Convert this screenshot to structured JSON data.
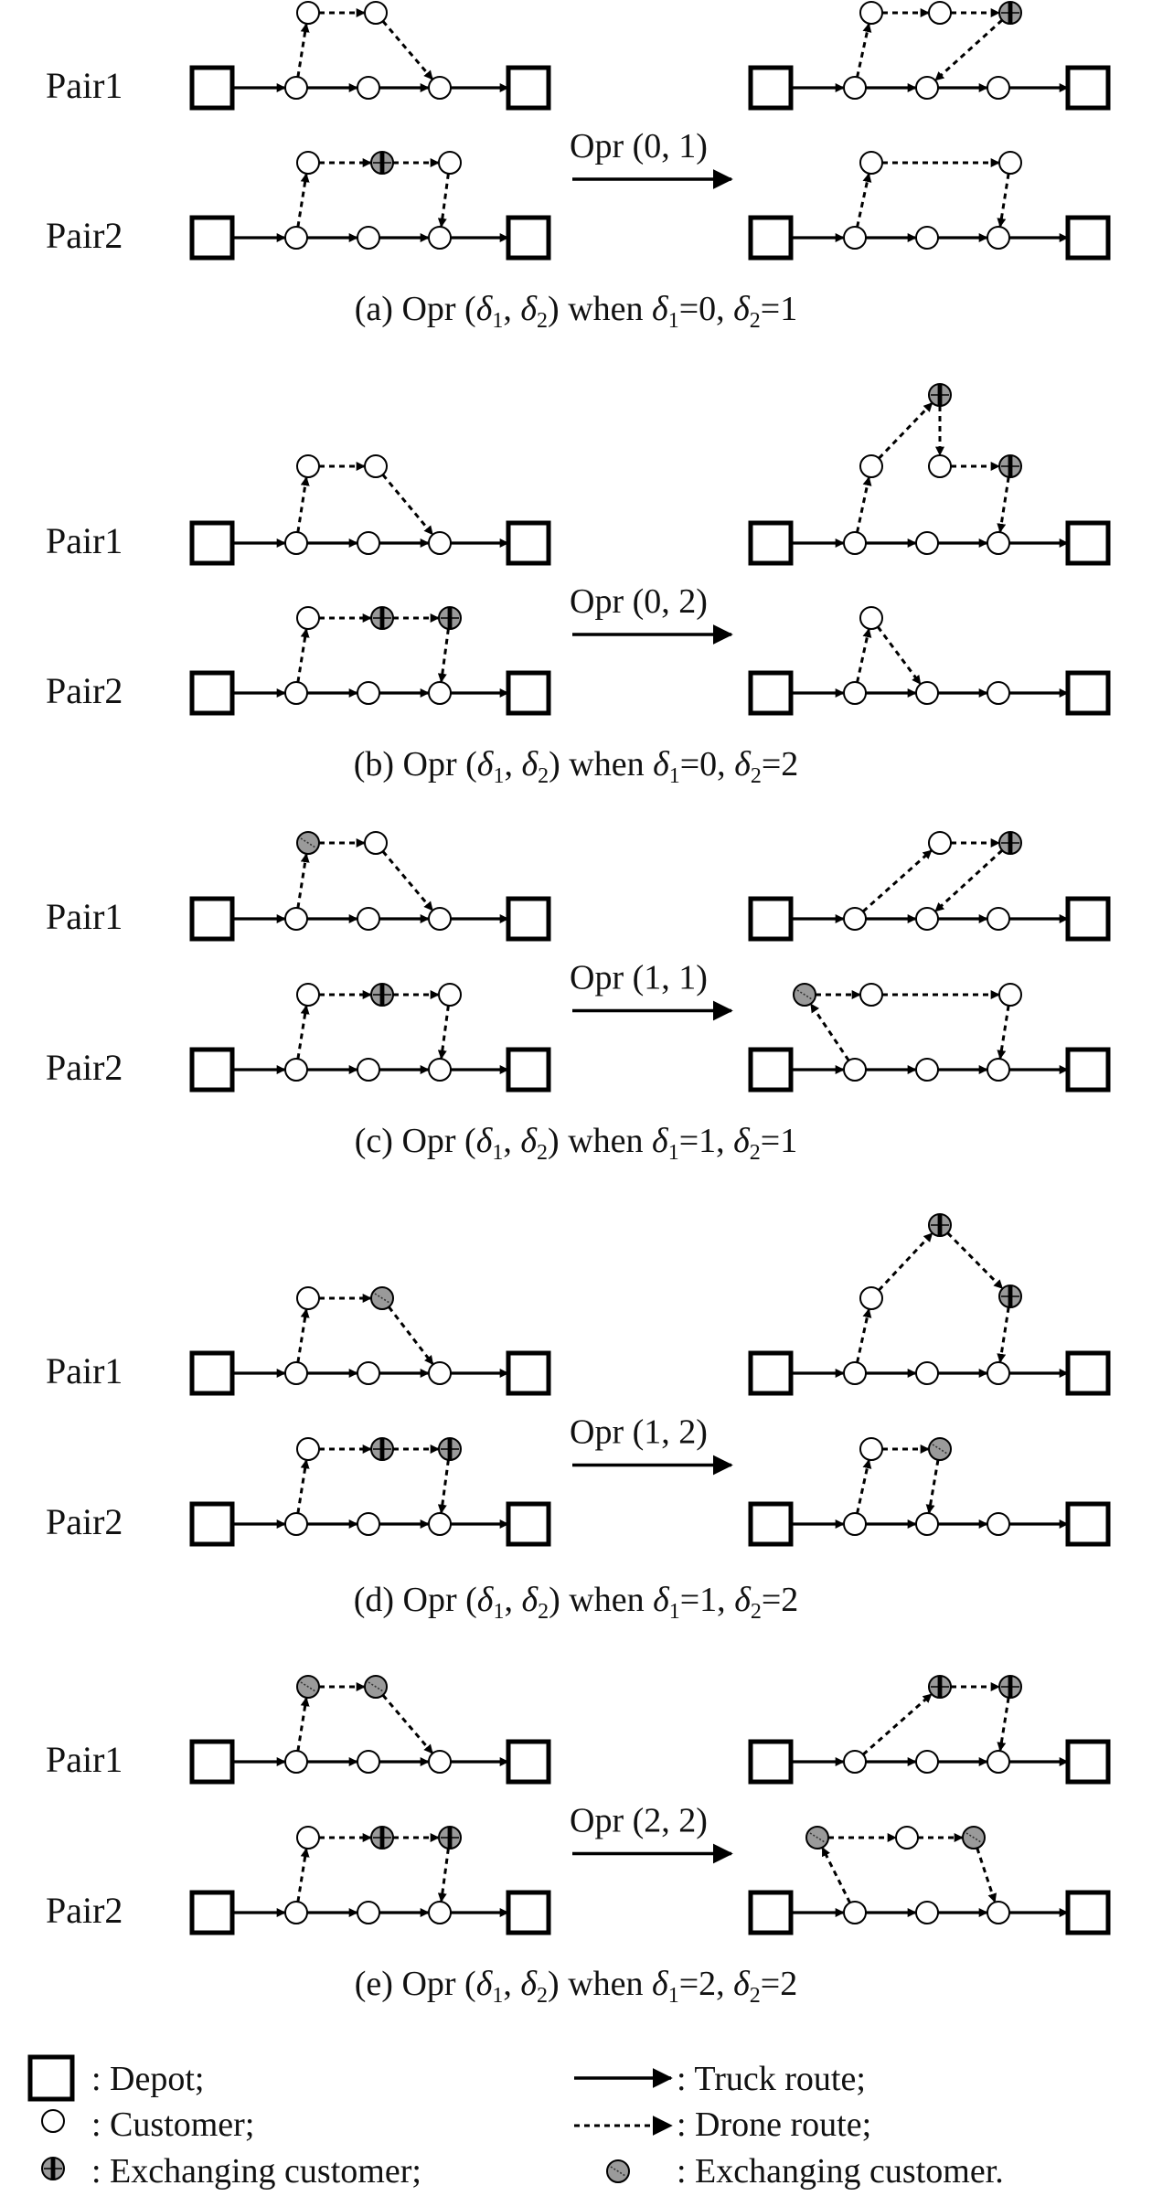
{
  "pair_labels": {
    "pair1": "Pair1",
    "pair2": "Pair2"
  },
  "panels": [
    {
      "id": "a",
      "operator": "Opr (0, 1)",
      "caption": {
        "prefix": "(a) Opr (",
        "mid": ") when ",
        "d1": "0",
        "d2": "1"
      }
    },
    {
      "id": "b",
      "operator": "Opr (0, 2)",
      "caption": {
        "prefix": "(b) Opr (",
        "mid": ") when ",
        "d1": "0",
        "d2": "2"
      }
    },
    {
      "id": "c",
      "operator": "Opr (1, 1)",
      "caption": {
        "prefix": "(c) Opr (",
        "mid": ") when ",
        "d1": "1",
        "d2": "1"
      }
    },
    {
      "id": "d",
      "operator": "Opr (1, 2)",
      "caption": {
        "prefix": "(d) Opr (",
        "mid": ") when ",
        "d1": "1",
        "d2": "2"
      }
    },
    {
      "id": "e",
      "operator": "Opr (2, 2)",
      "caption": {
        "prefix": "(e) Opr (",
        "mid": ") when ",
        "d1": "2",
        "d2": "2"
      }
    }
  ],
  "legend": {
    "depot": ": Depot;",
    "customer": ": Customer;",
    "exchanging_a": ": Exchanging customer;",
    "truck": ": Truck route;",
    "drone": ": Drone route;",
    "exchanging_b": ": Exchanging customer."
  },
  "colors": {
    "stroke": "#000000",
    "exchange_fill": "#9a9a9a",
    "background": "#ffffff"
  }
}
